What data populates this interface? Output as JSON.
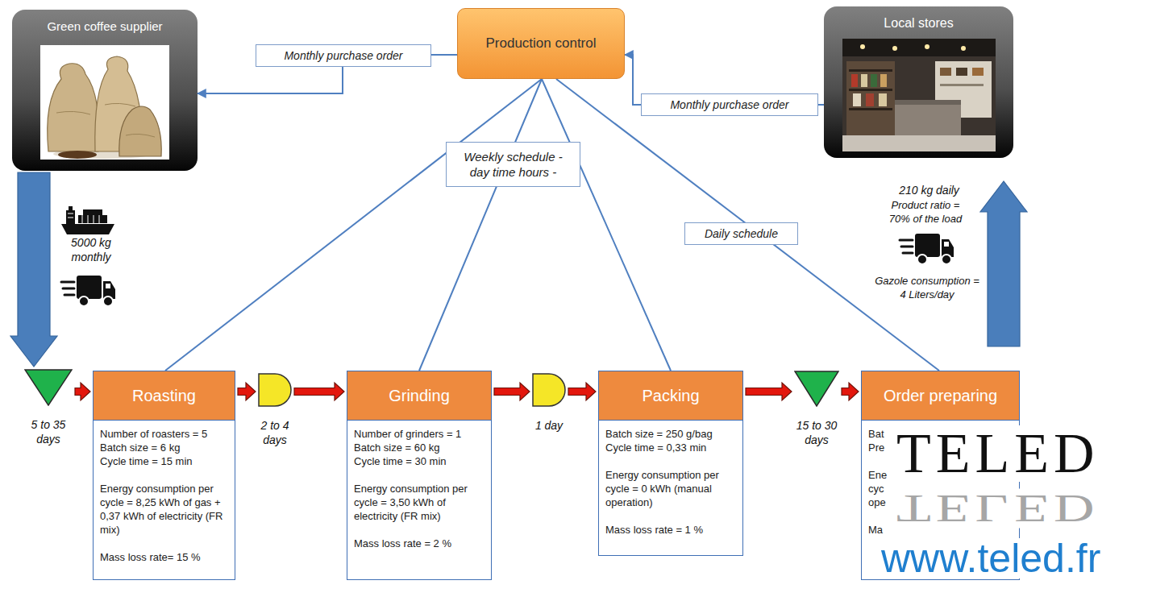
{
  "diagram": {
    "nodes": [
      {
        "text": [
          "Green coffee supplier"
        ]
      },
      {
        "text": [
          "Production control"
        ]
      },
      {
        "text": [
          "Local stores"
        ]
      },
      {
        "text": [
          "5 to 35 days"
        ]
      },
      {
        "text": [
          "Roasting",
          "Number of roasters = 5",
          "Batch size = 6 kg",
          "Cycle time = 15 min",
          "Energy consumption per cycle = 8,25 kWh of gas + 0,37 kWh of electricity (FR mix)",
          "Mass loss rate= 15 %"
        ]
      },
      {
        "text": [
          "2 to 4 days"
        ]
      },
      {
        "text": [
          "Grinding",
          "Number of grinders = 1",
          "Batch size = 60 kg",
          "Cycle time = 30 min",
          "Energy consumption per cycle = 3,50 kWh of electricity (FR mix)",
          "Mass loss rate = 2 %"
        ]
      },
      {
        "text": [
          "1 day"
        ]
      },
      {
        "text": [
          "Packing",
          "Batch size = 250 g/bag",
          "Cycle time = 0,33 min",
          "Energy consumption per cycle = 0 kWh (manual operation)",
          "Mass loss rate = 1 %"
        ]
      },
      {
        "text": [
          "15 to 30 days"
        ]
      },
      {
        "text": [
          "Order preparing",
          "Bat",
          "Pre",
          "Ene cyc ope",
          "Ma"
        ]
      }
    ],
    "edges": [
      {
        "from": 1,
        "to": 0,
        "label": "Monthly purchase order",
        "arrow": "to"
      },
      {
        "from": 2,
        "to": 1,
        "label": "Monthly purchase order",
        "arrow": "to"
      },
      {
        "from": 1,
        "to": 4,
        "arrow": "none"
      },
      {
        "from": 1,
        "to": 6,
        "label": "Weekly schedule - day time hours -",
        "arrow": "none"
      },
      {
        "from": 1,
        "to": 8,
        "arrow": "none"
      },
      {
        "from": 1,
        "to": 10,
        "label": "Daily schedule",
        "arrow": "none"
      },
      {
        "from": 0,
        "to": 3,
        "arrow": "to"
      },
      {
        "from": 3,
        "to": 4,
        "arrow": "to"
      },
      {
        "from": 4,
        "to": 5,
        "arrow": "to"
      },
      {
        "from": 5,
        "to": 6,
        "arrow": "to"
      },
      {
        "from": 6,
        "to": 7,
        "arrow": "to"
      },
      {
        "from": 7,
        "to": 8,
        "arrow": "to"
      },
      {
        "from": 8,
        "to": 9,
        "arrow": "to"
      },
      {
        "from": 9,
        "to": 10,
        "arrow": "to"
      },
      {
        "from": 10,
        "to": 2,
        "arrow": "to"
      }
    ],
    "labels": [
      "5000 kg monthly",
      "210 kg daily",
      "Product ratio = 70% of the load",
      "Gazole consumption = 4 Liters/day",
      "TELED",
      "TELED",
      "www.teled.fr"
    ]
  }
}
